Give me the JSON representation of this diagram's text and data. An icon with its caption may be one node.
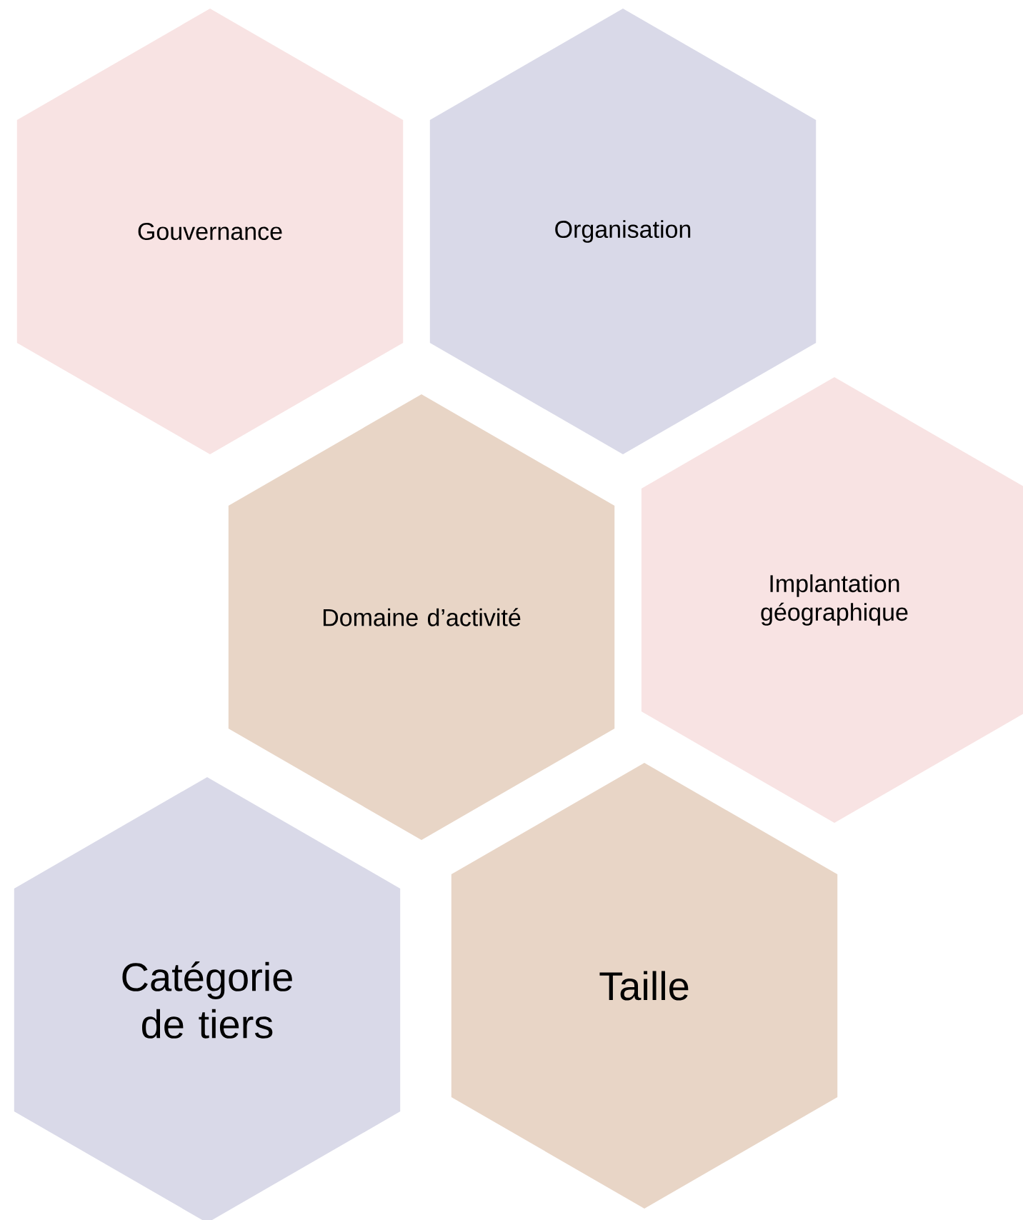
{
  "diagram": {
    "nodes": [
      {
        "text": [
          "Gouvernance"
        ]
      },
      {
        "text": [
          "Organisation"
        ]
      },
      {
        "text": [
          "Domaine d’activité"
        ]
      },
      {
        "text": [
          "Implantation géographique"
        ]
      },
      {
        "text": [
          "Catégorie de tiers"
        ]
      },
      {
        "text": [
          "Taille"
        ]
      }
    ]
  }
}
